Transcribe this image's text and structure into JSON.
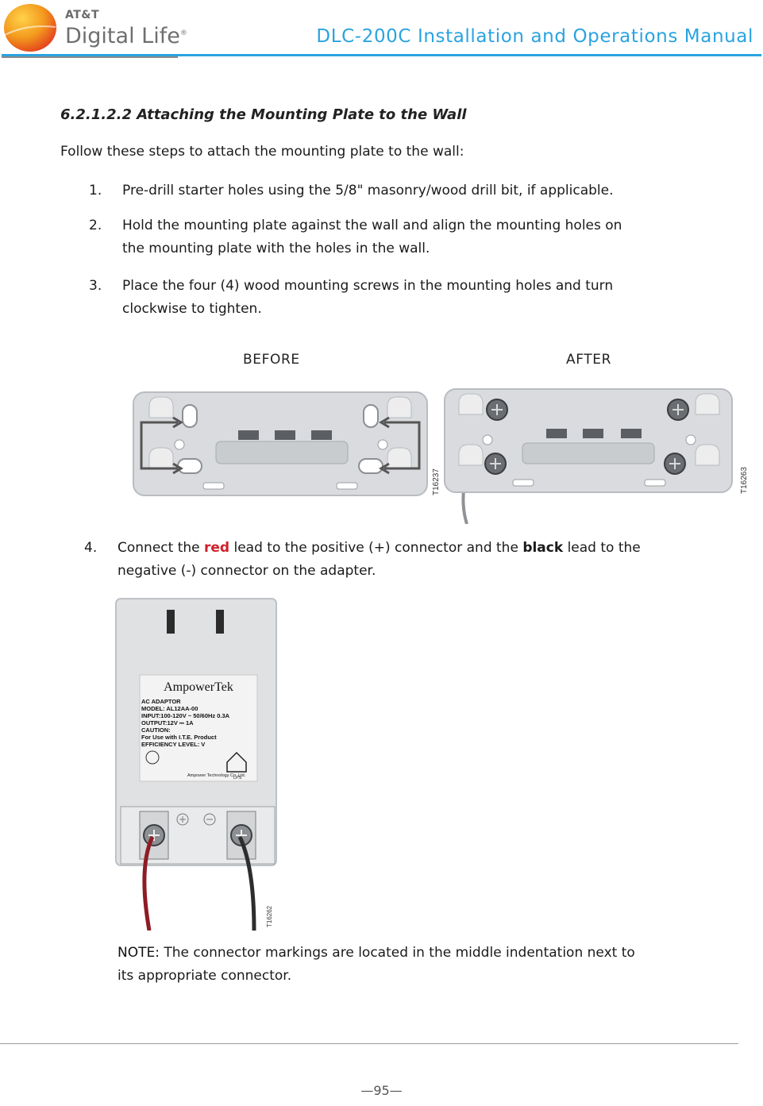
{
  "header": {
    "brand_att": "AT&T",
    "brand_digital_life": "Digital Life",
    "brand_reg": "®",
    "title": "DLC-200C Installation and Operations Manual",
    "title_color": "#2aa3e0"
  },
  "section": {
    "heading": "6.2.1.2.2  Attaching the Mounting Plate to the Wall",
    "intro": "Follow these steps to attach the mounting plate to the wall:",
    "steps": [
      {
        "num": "1.",
        "line1": "Pre-drill starter holes using the 5/8\" masonry/wood drill bit, if applicable.",
        "line2": ""
      },
      {
        "num": "2.",
        "line1": "Hold the mounting plate against the wall and align the mounting holes on",
        "line2": "the mounting plate with the holes in the wall."
      },
      {
        "num": "3.",
        "line1": "Place the four (4) wood mounting screws in the mounting holes and turn",
        "line2": "clockwise to tighten."
      }
    ],
    "before_label": "BEFORE",
    "after_label": "AFTER",
    "before_figure_id": "T16237",
    "after_figure_id": "T16263",
    "step4": {
      "num": "4.",
      "pre": "Connect the ",
      "red_word": "red",
      "mid": " lead to the positive (+) connector and the ",
      "black_word": "black",
      "post": " lead to the",
      "line2": "negative  (-) connector on the adapter."
    },
    "adapter_label": {
      "brand": "AmpowerTek",
      "lines": [
        "AC ADAPTOR",
        "MODEL: AL12AA-00",
        "INPUT:100-120V ~ 50/60Hz 0.3A",
        "OUTPUT:12V ⎓ 1A",
        "CAUTION:",
        "For Use with I.T.E. Product",
        "EFFICIENCY LEVEL: V"
      ],
      "company": "Ampower Technology Co. Ltd.",
      "lps": "LPS",
      "figure_id": "T16262"
    },
    "note_label": "NOTE:",
    "note_line1": " The connector markings are located in the middle indentation next to",
    "note_line2": "its appropriate connector."
  },
  "footer": {
    "page_number": "—95—"
  }
}
